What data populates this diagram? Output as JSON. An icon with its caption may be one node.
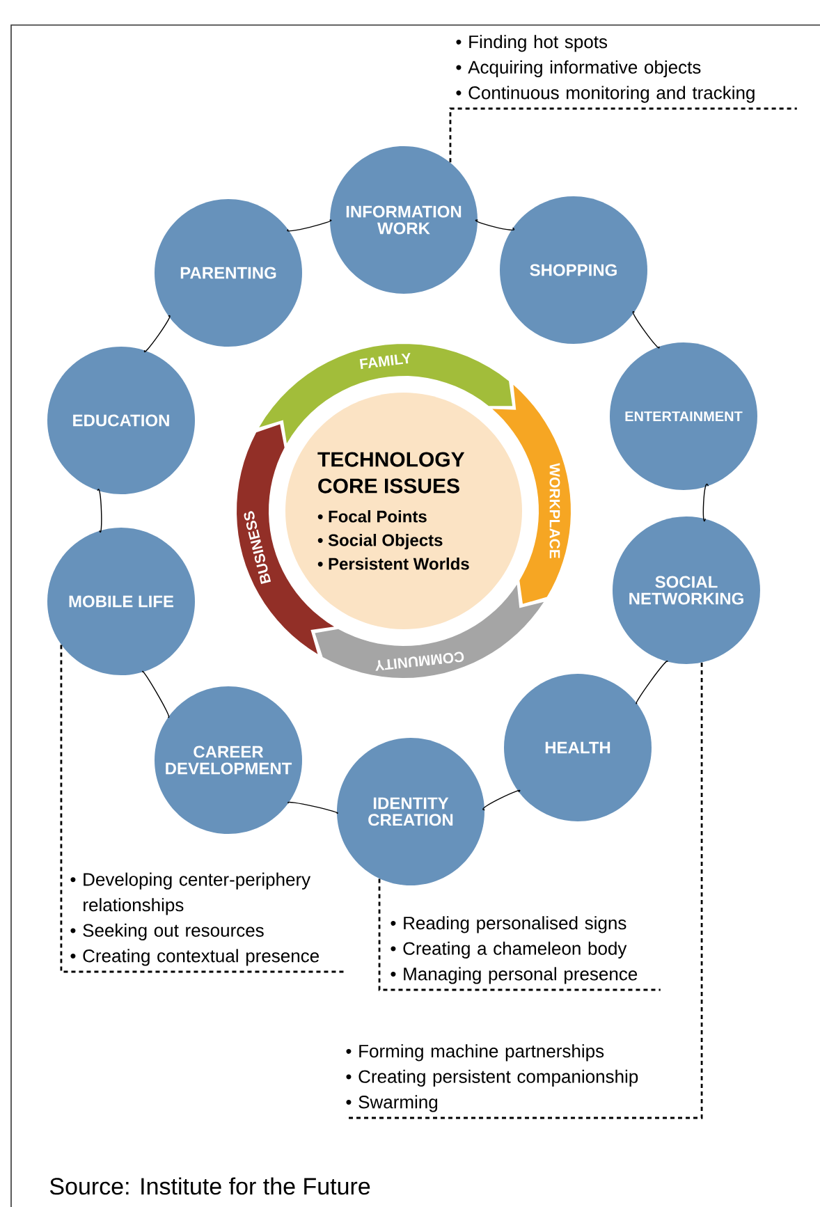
{
  "diagram": {
    "nodes": [
      {
        "text": [
          "• Finding hot spots",
          "• Acquiring informative objects",
          "• Continuous monitoring and tracking"
        ]
      },
      {
        "text": [
          "INFORMATION WORK"
        ]
      },
      {
        "text": [
          "PARENTING"
        ]
      },
      {
        "text": [
          "SHOPPING"
        ]
      },
      {
        "text": [
          "FAMILY"
        ]
      },
      {
        "text": [
          "EDUCATION"
        ]
      },
      {
        "text": [
          "ENTERTAINMENT"
        ]
      },
      {
        "text": [
          "TECHNOLOGY CORE ISSUES",
          "• Focal Points",
          "• Social Objects",
          "• Persistent Worlds"
        ]
      },
      {
        "text": [
          "WORKPLACE"
        ]
      },
      {
        "text": [
          "BUSINESS"
        ]
      },
      {
        "text": [
          "MOBILE LIFE"
        ]
      },
      {
        "text": [
          "SOCIAL NETWORKING"
        ]
      },
      {
        "text": [
          "COMMUNITY"
        ]
      },
      {
        "text": [
          "CAREER DEVELOPMENT"
        ]
      },
      {
        "text": [
          "HEALTH"
        ]
      },
      {
        "text": [
          "IDENTITY CREATION"
        ]
      },
      {
        "text": [
          "• Developing center-periphery relationships",
          "• Seeking out resources",
          "• Creating contextual presence"
        ]
      },
      {
        "text": [
          "• Reading personalised signs",
          "• Creating a chameleon body",
          "• Managing personal presence"
        ]
      },
      {
        "text": [
          "• Forming machine partnerships",
          "• Creating persistent companionship",
          "• Swarming"
        ]
      }
    ],
    "edges": [
      {
        "from": 1,
        "to": 3,
        "arrow": "none"
      },
      {
        "from": 3,
        "to": 6,
        "arrow": "none"
      },
      {
        "from": 6,
        "to": 11,
        "arrow": "none"
      },
      {
        "from": 11,
        "to": 14,
        "arrow": "none"
      },
      {
        "from": 14,
        "to": 15,
        "arrow": "none"
      },
      {
        "from": 15,
        "to": 13,
        "arrow": "none"
      },
      {
        "from": 13,
        "to": 10,
        "arrow": "none"
      },
      {
        "from": 10,
        "to": 5,
        "arrow": "none"
      },
      {
        "from": 5,
        "to": 2,
        "arrow": "none"
      },
      {
        "from": 2,
        "to": 1,
        "arrow": "none"
      },
      {
        "from": 0,
        "to": 1,
        "arrow": "none",
        "style": "dashed"
      },
      {
        "from": 16,
        "to": 10,
        "arrow": "none",
        "style": "dashed"
      },
      {
        "from": 17,
        "to": 15,
        "arrow": "none",
        "style": "dashed"
      },
      {
        "from": 18,
        "to": 11,
        "arrow": "none",
        "style": "dashed"
      }
    ],
    "labels": [
      "Source: Institute for the Future"
    ]
  }
}
